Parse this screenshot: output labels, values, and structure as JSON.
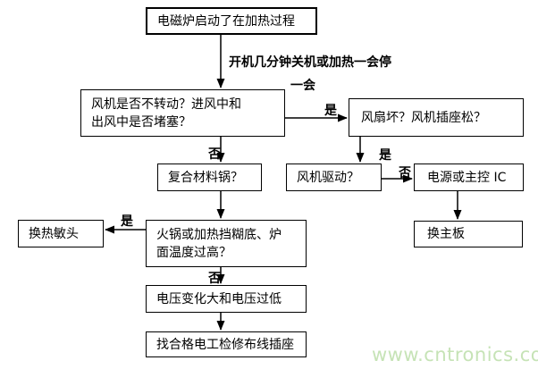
{
  "colors": {
    "box_border": "#000000",
    "box_fill": "#ffffff",
    "line": "#000000",
    "text": "#000000",
    "watermark": "#c6e3b6"
  },
  "flowchart": {
    "nodes": {
      "start": {
        "label": "电磁炉启动了在加热过程"
      },
      "fan_check": {
        "label": "风机是否不转动？进风中和\n出风中是否堵塞？"
      },
      "fan_broken": {
        "label": "风扇坏？风机插座松？"
      },
      "composite_pot": {
        "label": "复合材料锅？"
      },
      "fan_drive": {
        "label": "风机驱动？"
      },
      "power_ic": {
        "label": "电源或主控 IC"
      },
      "main_board": {
        "label": "换主板"
      },
      "thermal_head": {
        "label": "换热敏头"
      },
      "pot_overheat": {
        "label": "火锅或加热挡糊底、炉\n面温度过高？"
      },
      "voltage": {
        "label": "电压变化大和电压过低"
      },
      "electrician": {
        "label": "找合格电工检修布线插座"
      }
    },
    "annotation": {
      "line1": "开机几分钟关机或加热一会停",
      "line2": "一会"
    },
    "edge_labels": {
      "yes_to_fan_broken": "是",
      "yes_to_fan_drive": "是",
      "no_to_composite_pot": "否",
      "no_to_power_ic": "否",
      "yes_to_thermal_head": "是",
      "no_to_voltage": "否"
    }
  },
  "watermark": {
    "text": "www.cntronics.com"
  }
}
